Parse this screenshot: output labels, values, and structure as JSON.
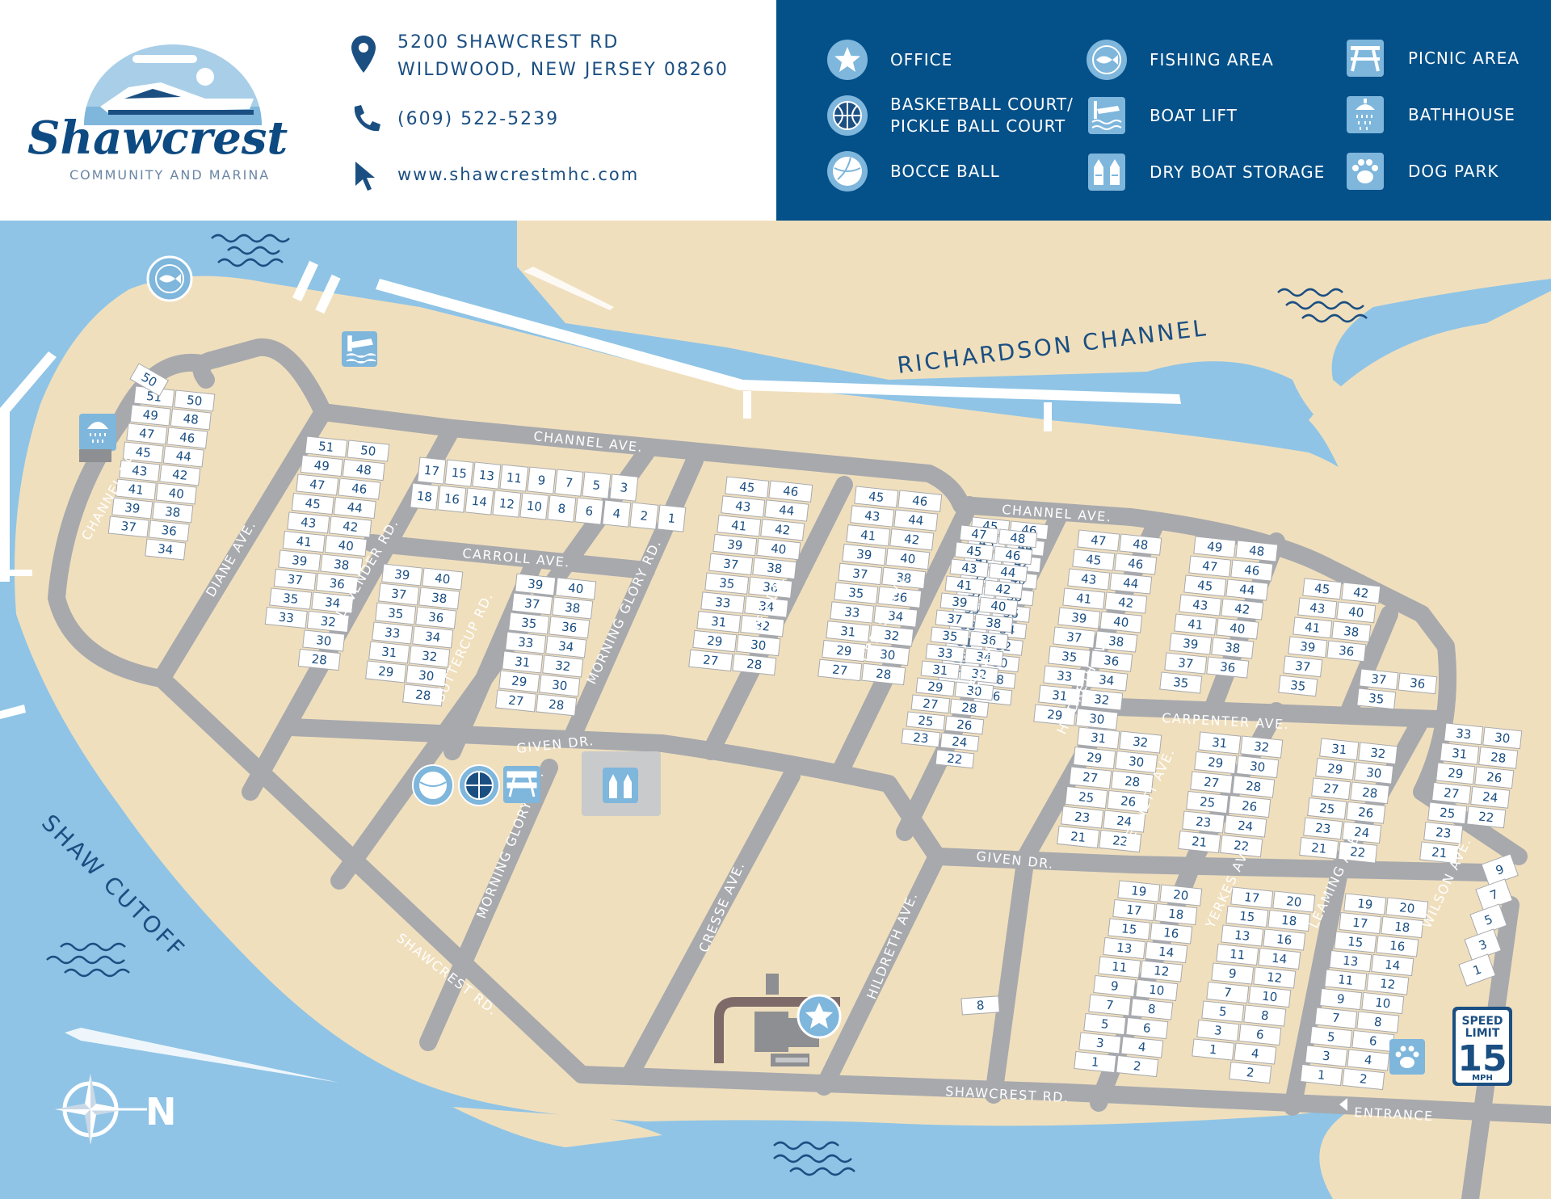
{
  "brand": {
    "name": "Shawcrest",
    "tagline": "COMMUNITY AND MARINA"
  },
  "contact": {
    "address_line1": "5200 SHAWCREST RD",
    "address_line2": "WILDWOOD, NEW JERSEY 08260",
    "phone": "(609) 522-5239",
    "website": "www.shawcrestmhc.com"
  },
  "legend": [
    {
      "icon": "star-icon",
      "label": "OFFICE"
    },
    {
      "icon": "basketball-icon",
      "label": "BASKETBALL COURT/\nPICKLE BALL COURT"
    },
    {
      "icon": "bocce-ball-icon",
      "label": "BOCCE BALL"
    },
    {
      "icon": "fish-icon",
      "label": "FISHING AREA"
    },
    {
      "icon": "boat-lift-icon",
      "label": "BOAT LIFT"
    },
    {
      "icon": "dry-boat-storage-icon",
      "label": "DRY BOAT STORAGE"
    },
    {
      "icon": "picnic-table-icon",
      "label": "PICNIC AREA"
    },
    {
      "icon": "shower-icon",
      "label": "BATHHOUSE"
    },
    {
      "icon": "paw-icon",
      "label": "DOG PARK"
    }
  ],
  "map": {
    "water_labels": {
      "channel": "RICHARDSON CHANNEL",
      "cutoff": "SHAW CUTOFF"
    },
    "streets": {
      "channel_ave_1": "CHANNEL AVE.",
      "channel_ave_2": "CHANNEL AVE.",
      "carroll_ave": "CARROLL AVE.",
      "given_dr_1": "GIVEN DR.",
      "given_dr_2": "GIVEN DR.",
      "carpenter_ave": "CARPENTER AVE.",
      "channel_dr": "CHANNEL DR.",
      "diane_ave": "DIANE AVE.",
      "lavender_rd": "LAVENDER RD.",
      "buttercup_rd": "BUTTERCUP RD.",
      "morning_glory_1": "MORNING GLORY RD.",
      "morning_glory_2": "MORNING GLORY RD.",
      "keo_dr": "KEO DR.",
      "cresse_ave_1": "CRESSE AVE.",
      "cresse_ave_2": "CRESSE AVE.",
      "lee_ave": "LEE AVE.",
      "hildreth_ave_1": "HILDRETH AVE.",
      "hildreth_ave_2": "HILDRETH AVE.",
      "bennett_ave": "BENNETT AVE.",
      "yerkes_ave": "YERKES AVE.",
      "leaming_ave": "LEAMING AVE.",
      "wilson_ave": "WILSON AVE.",
      "shawcrest_rd_1": "SHAWCREST RD.",
      "shawcrest_rd_2": "SHAWCREST RD."
    },
    "entrance_label": "ENTRANCE",
    "north_label": "N",
    "speed_limit": {
      "top": "SPEED",
      "middle": "LIMIT",
      "value": "15",
      "unit": "MPH"
    },
    "lot_blocks": [
      {
        "cols": [
          [
            51,
            49,
            47,
            45,
            43,
            41,
            39,
            37
          ],
          [
            50,
            48,
            46,
            44,
            42,
            40,
            38,
            36,
            34
          ]
        ]
      },
      {
        "cols": [
          [
            51,
            49,
            47,
            45,
            43,
            41,
            39,
            37,
            35,
            33
          ],
          [
            50,
            48,
            46,
            44,
            42,
            40,
            38,
            36,
            34,
            32,
            30,
            28
          ]
        ]
      },
      {
        "cols": [
          [
            17,
            15,
            13,
            11,
            9,
            7,
            5,
            3
          ],
          [
            18,
            16,
            14,
            12,
            10,
            8,
            6,
            4,
            2,
            1
          ]
        ]
      },
      {
        "cols": [
          [
            39,
            37,
            35,
            33,
            31,
            29
          ],
          [
            40,
            38,
            36,
            34,
            32,
            30,
            28
          ]
        ]
      },
      {
        "cols": [
          [
            39,
            37,
            35,
            33,
            31,
            29,
            27
          ],
          [
            40,
            38,
            36,
            34,
            32,
            30,
            28
          ]
        ]
      },
      {
        "cols": [
          [
            45,
            43,
            41,
            39,
            37,
            35,
            33,
            31,
            29,
            27
          ],
          [
            46,
            44,
            42,
            40,
            38,
            36,
            34,
            32,
            30,
            28
          ]
        ]
      },
      {
        "cols": [
          [
            45,
            43,
            41,
            39,
            37,
            35,
            33,
            31,
            29,
            27
          ],
          [
            46,
            44,
            42,
            40,
            38,
            36,
            34,
            32,
            30,
            28
          ]
        ]
      },
      {
        "cols": [
          [
            45,
            43,
            41,
            39,
            37,
            35,
            33,
            31,
            29,
            27
          ],
          [
            46,
            44,
            42,
            40,
            38,
            36,
            34,
            32,
            30,
            28,
            26
          ]
        ]
      },
      {
        "cols": [
          [
            47,
            45,
            43,
            41,
            39,
            37,
            35,
            33,
            31,
            29,
            27,
            25,
            23
          ],
          [
            48,
            46,
            44,
            42,
            40,
            38,
            36,
            34,
            32,
            30,
            28,
            26,
            24,
            22
          ]
        ]
      },
      {
        "cols": [
          [
            47,
            45,
            43,
            41,
            39,
            37,
            35,
            33,
            31,
            29
          ],
          [
            48,
            46,
            44,
            42,
            40,
            38,
            36,
            34,
            32,
            30
          ]
        ]
      },
      {
        "cols": [
          [
            49,
            47,
            45,
            43,
            41,
            39,
            37,
            35
          ],
          [
            48,
            46,
            44,
            42,
            40,
            38,
            36
          ]
        ]
      },
      {
        "cols": [
          [
            45,
            43,
            41,
            39,
            37,
            35
          ],
          [
            42,
            40,
            38,
            36
          ]
        ]
      },
      {
        "cols": [
          [
            37,
            35
          ],
          [
            36
          ]
        ]
      },
      {
        "cols": [
          [
            31,
            29,
            27,
            25,
            23,
            21
          ],
          [
            32,
            30,
            28,
            26,
            24,
            22
          ]
        ]
      },
      {
        "cols": [
          [
            31,
            29,
            27,
            25,
            23,
            21
          ],
          [
            32,
            30,
            28,
            26,
            24,
            22
          ]
        ]
      },
      {
        "cols": [
          [
            31,
            29,
            27,
            25,
            23,
            21
          ],
          [
            32,
            30,
            28,
            26,
            24,
            22
          ]
        ]
      },
      {
        "cols": [
          [
            33,
            31,
            29,
            27,
            25,
            23,
            21
          ],
          [
            30,
            28,
            26,
            24,
            22
          ]
        ]
      },
      {
        "cols": [
          [
            19,
            17,
            15,
            13,
            11,
            9,
            7,
            5,
            3,
            1
          ],
          [
            20,
            18,
            16,
            14,
            12,
            10,
            8,
            6,
            4,
            2
          ]
        ]
      },
      {
        "cols": [
          [
            17,
            15,
            13,
            11,
            9,
            7,
            5,
            3,
            1
          ],
          [
            20,
            18,
            16,
            14,
            12,
            10,
            8,
            6,
            4,
            2
          ]
        ]
      },
      {
        "cols": [
          [
            19,
            17,
            15,
            13,
            11,
            9,
            7,
            5,
            3,
            1
          ],
          [
            20,
            18,
            16,
            14,
            12,
            10,
            8,
            6,
            4,
            2
          ]
        ]
      },
      {
        "cols": [
          [
            9,
            7,
            5,
            3,
            1
          ]
        ]
      },
      {
        "cols": [
          [
            8
          ]
        ]
      },
      {
        "cols": [
          [
            50
          ]
        ]
      }
    ]
  }
}
